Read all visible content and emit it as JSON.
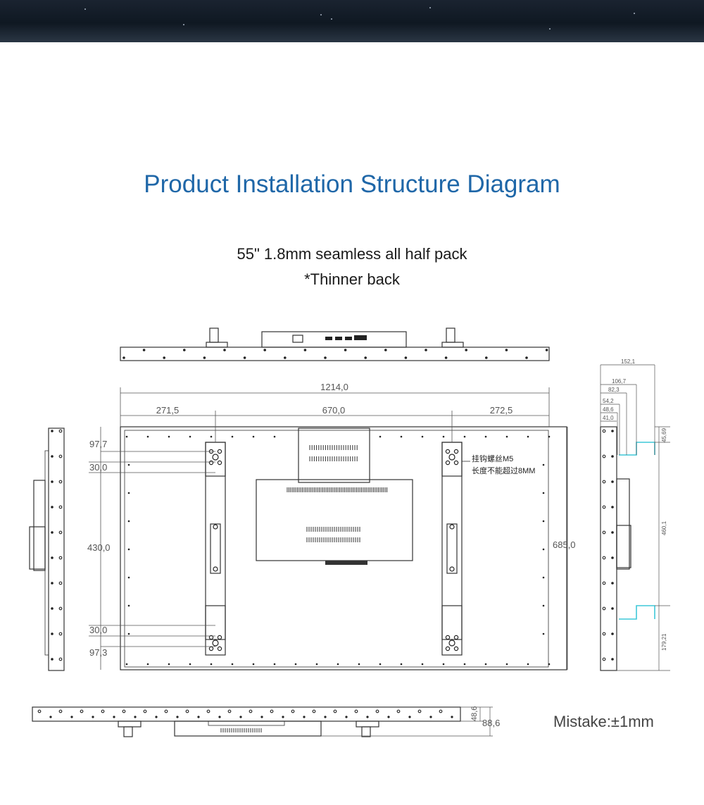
{
  "banner": {
    "colors": {
      "top": "#1a2330",
      "bottom": "#2a3644"
    }
  },
  "title": "Product Installation Structure Diagram",
  "subtitle_lines": [
    "55\" 1.8mm seamless all half pack",
    "*Thinner back"
  ],
  "tolerance": "Mistake:±1mm",
  "front_view": {
    "overall_width": "1214,0",
    "segments": [
      "271,5",
      "670,0",
      "272,5"
    ],
    "overall_height": "685,0",
    "left_dims": [
      "97,7",
      "30,0",
      "430,0",
      "30,0",
      "97,3"
    ],
    "note_lines": [
      "挂钩螺丝M5",
      "长度不能超过8MM"
    ]
  },
  "side_view": {
    "top_dims": [
      "152,1",
      "106,7",
      "82,3",
      "54,2",
      "48,6",
      "41,0"
    ],
    "right_dims": [
      "45,69",
      "460,1",
      "179,21"
    ]
  },
  "bottom_view": {
    "dims": [
      "48,6",
      "88,6"
    ]
  },
  "colors": {
    "title": "#1f67a8",
    "line": "#333333",
    "accent": "#3fc8d8"
  }
}
